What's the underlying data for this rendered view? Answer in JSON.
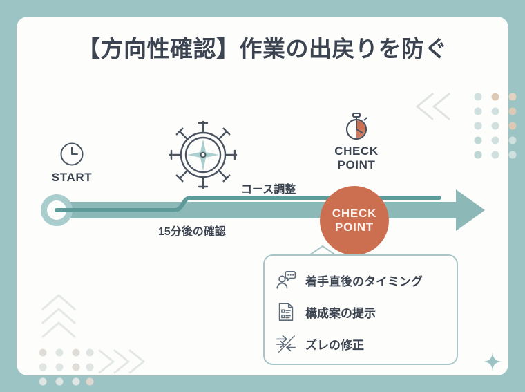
{
  "slide": {
    "title": "【方向性確認】作業の出戻りを防ぐ",
    "background_color": "#9dc4c4",
    "card_color": "#fdfdfc"
  },
  "colors": {
    "accent_teal": "#8db8b8",
    "line_dark_teal": "#5f9a9a",
    "checkpoint_terracotta": "#cc6f51",
    "text_dark": "#3b4450",
    "callout_border": "#a9c5c7",
    "deco_tan": "#d6c3b0"
  },
  "timeline": {
    "start_marker": {
      "icon": "clock-icon",
      "label": "START"
    },
    "wheel_marker": {
      "icon": "ships-wheel-compass-icon",
      "label": ""
    },
    "checkpoint_marker": {
      "icon": "stopwatch-icon",
      "label_line1": "CHECK",
      "label_line2": "POINT"
    },
    "labels": {
      "above_line": "コース調整",
      "below_line": "15分後の確認"
    },
    "checkpoint_circle": {
      "line1": "CHECK",
      "line2": "POINT"
    }
  },
  "callout": {
    "items": [
      {
        "icon": "person-speech-bubble-icon",
        "text": "着手直後のタイミング"
      },
      {
        "icon": "document-list-icon",
        "text": "構成案の提示"
      },
      {
        "icon": "arrows-converging-icon",
        "text": "ズレの修正"
      }
    ]
  },
  "decorations": {
    "chevron_left": "double-chevron-left",
    "chevron_up": "triple-chevron-up",
    "chevron_right": "triple-chevron-right",
    "dots_topright": "dot-grid",
    "dots_bottomleft": "dot-grid",
    "sparkle": "sparkle-four-point"
  }
}
